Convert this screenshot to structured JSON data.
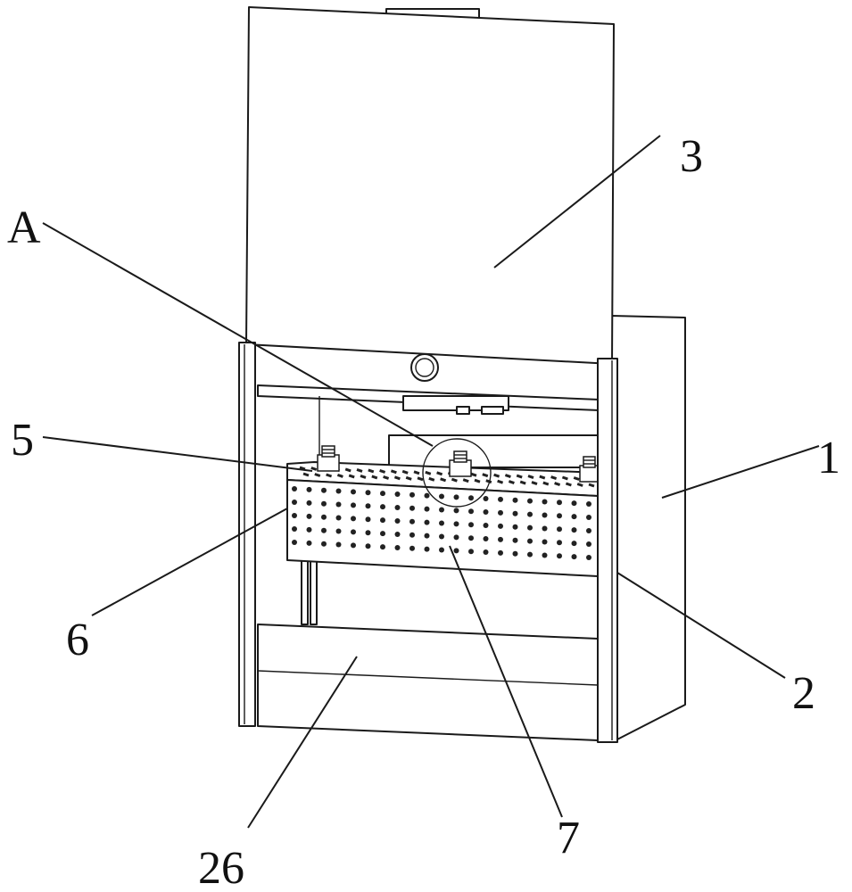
{
  "labels": {
    "l1": "1",
    "l2": "2",
    "l3": "3",
    "lA": "A",
    "l5": "5",
    "l6": "6",
    "l7": "7",
    "l26": "26"
  },
  "colors": {
    "stroke": "#1a1a1a",
    "fill": "#ffffff",
    "holes": "#222222"
  }
}
